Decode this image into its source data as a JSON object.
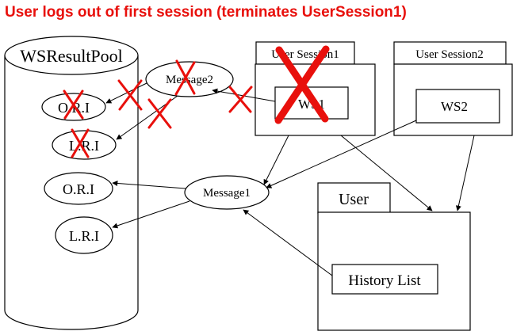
{
  "title": "User logs out of first session (terminates UserSession1)",
  "colors": {
    "cross": "#e8100c",
    "title": "#e8100c",
    "stroke": "#000000"
  },
  "pool": {
    "label": "WSResultPool",
    "items": [
      "O.R.I",
      "L.R.I",
      "O.R.I",
      "L.R.I"
    ]
  },
  "messages": {
    "message1": "Message1",
    "message2": "Message2"
  },
  "session1": {
    "label": "User Session1",
    "ws": "WS1",
    "terminated": true
  },
  "session2": {
    "label": "User Session2",
    "ws": "WS2"
  },
  "user": {
    "label": "User",
    "history": "History List"
  }
}
